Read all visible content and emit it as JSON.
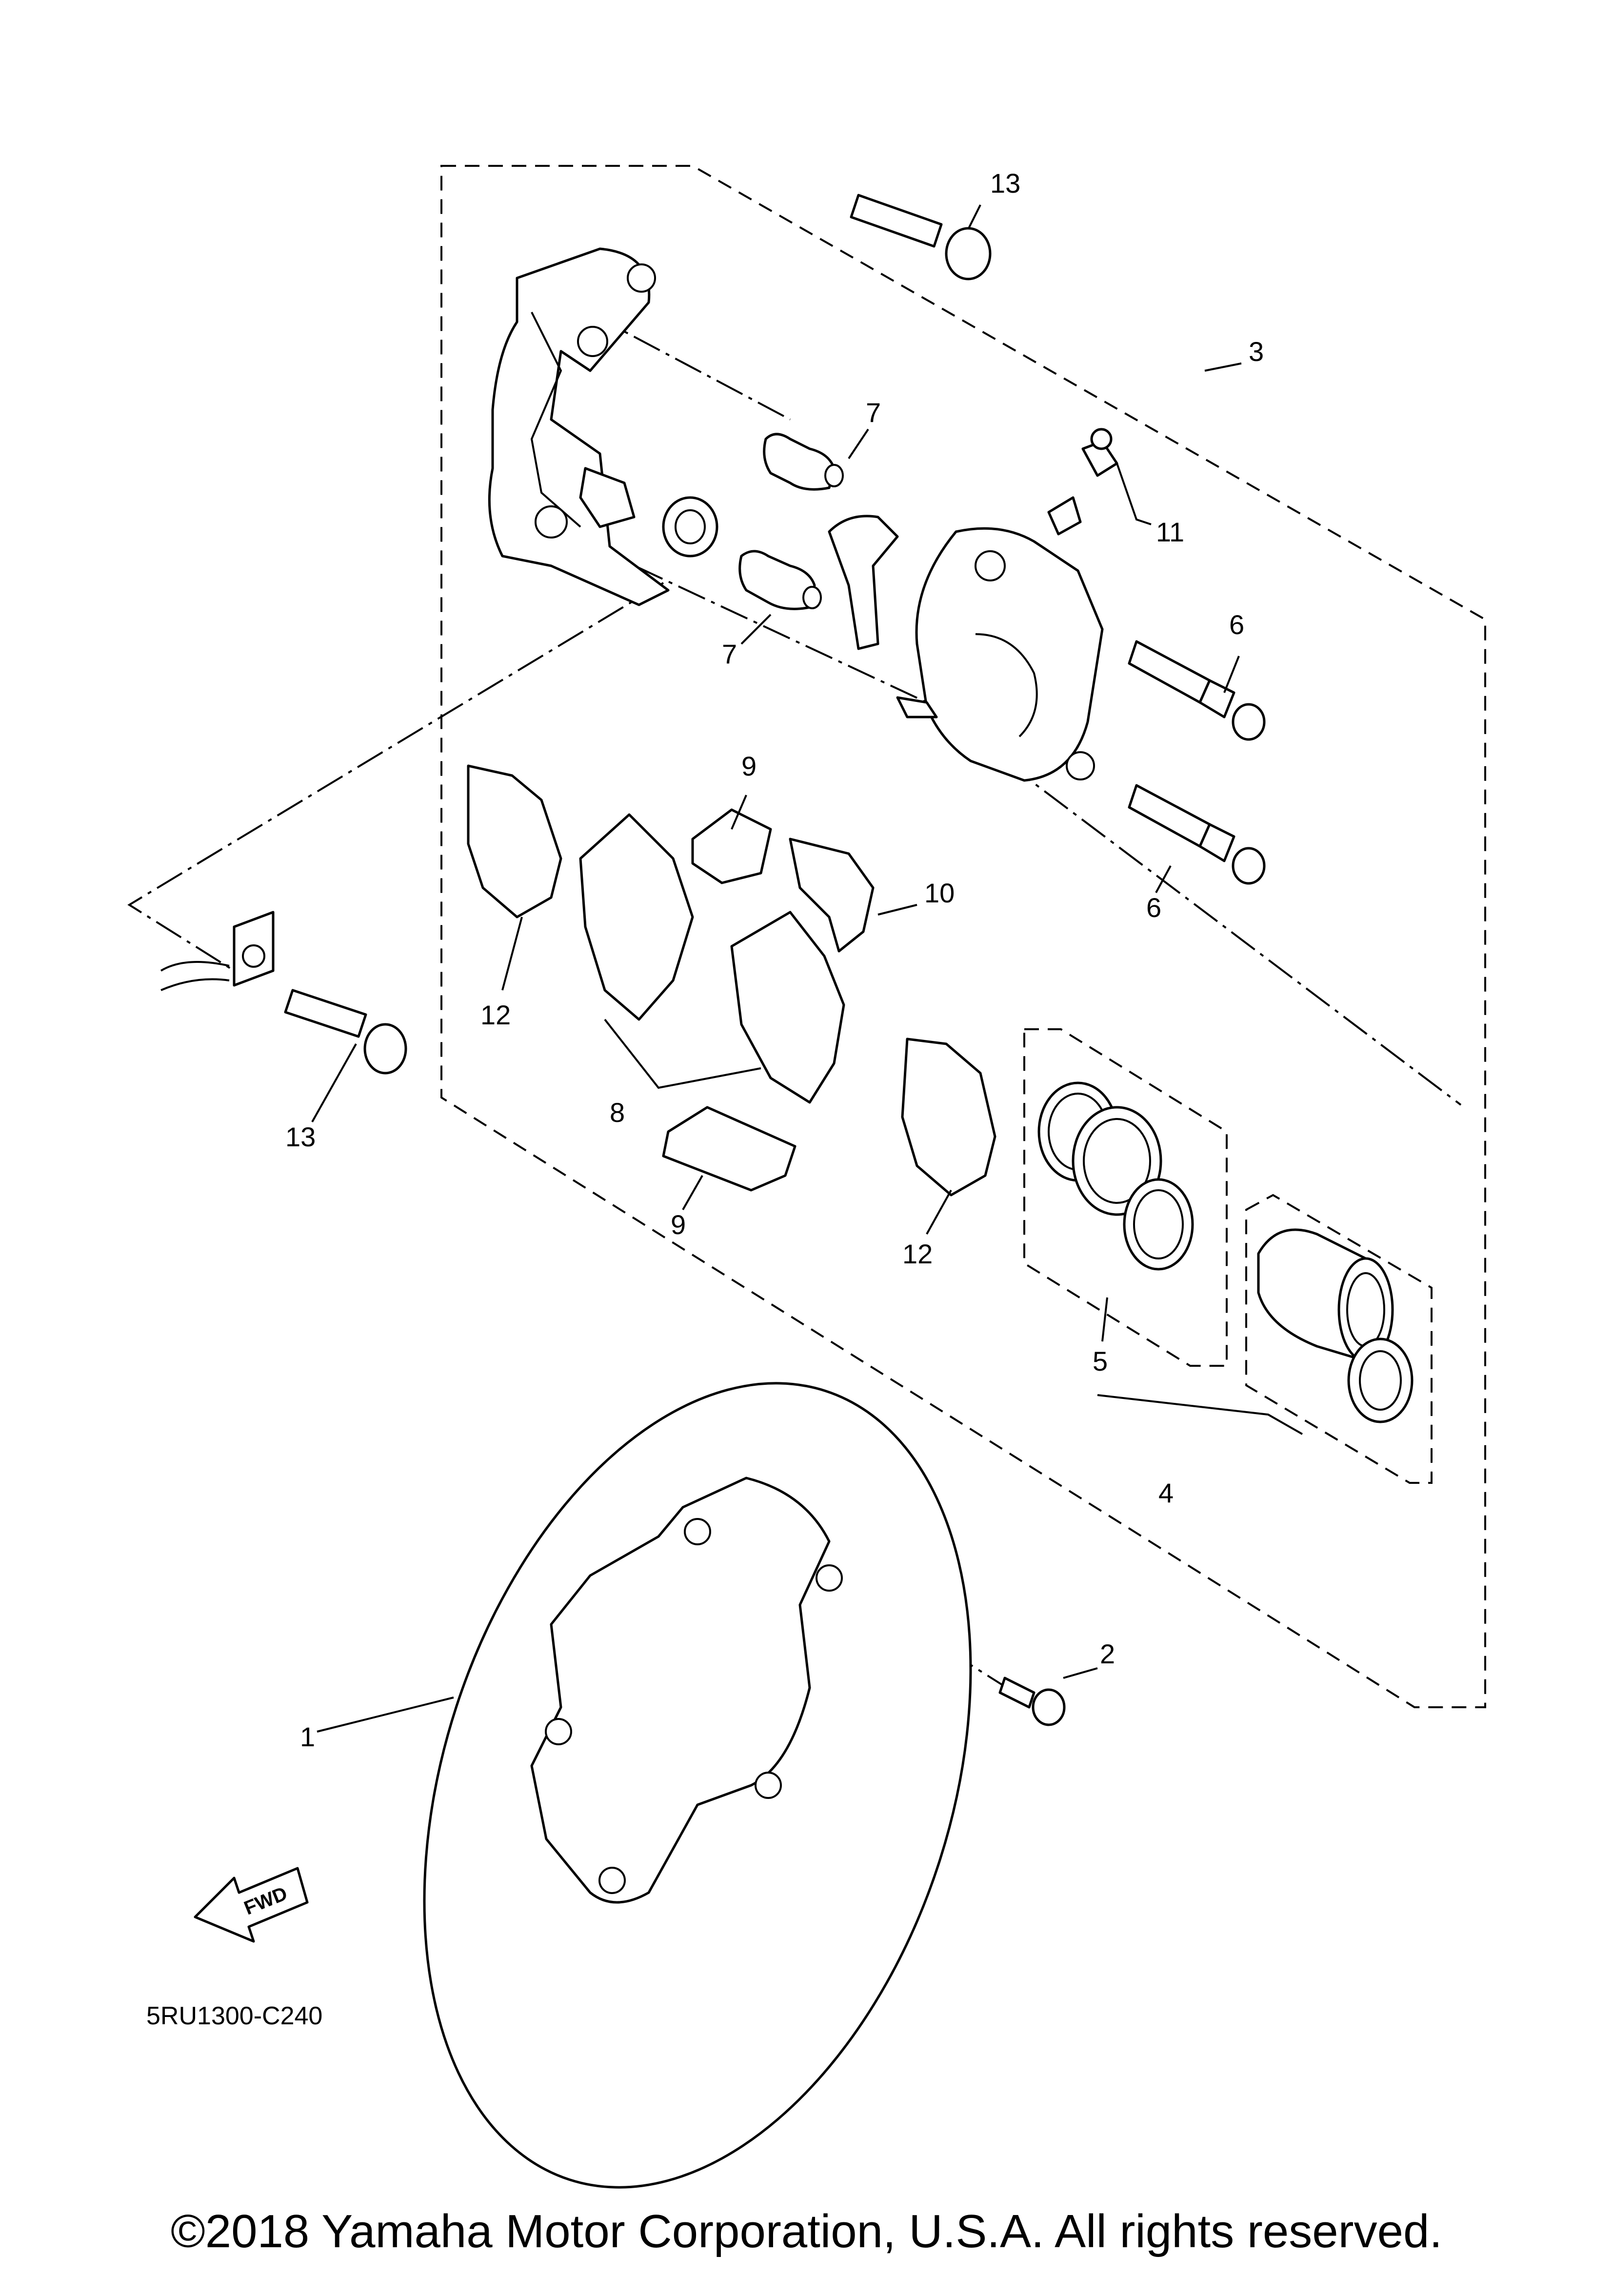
{
  "diagram": {
    "callouts": [
      {
        "id": "c13a",
        "text": "13"
      },
      {
        "id": "c3",
        "text": "3"
      },
      {
        "id": "c7a",
        "text": "7"
      },
      {
        "id": "c11",
        "text": "11"
      },
      {
        "id": "c7b",
        "text": "7"
      },
      {
        "id": "c6a",
        "text": "6"
      },
      {
        "id": "c9a",
        "text": "9"
      },
      {
        "id": "c6b",
        "text": "6"
      },
      {
        "id": "c10",
        "text": "10"
      },
      {
        "id": "c12a",
        "text": "12"
      },
      {
        "id": "c13b",
        "text": "13"
      },
      {
        "id": "c8",
        "text": "8"
      },
      {
        "id": "c9b",
        "text": "9"
      },
      {
        "id": "c12b",
        "text": "12"
      },
      {
        "id": "c5",
        "text": "5"
      },
      {
        "id": "c4",
        "text": "4"
      },
      {
        "id": "c2",
        "text": "2"
      },
      {
        "id": "c1",
        "text": "1"
      }
    ],
    "fwd_label": "FWD",
    "drawing_code": "5RU1300-C240"
  },
  "copyright": "©2018 Yamaha Motor Corporation, U.S.A. All rights reserved."
}
